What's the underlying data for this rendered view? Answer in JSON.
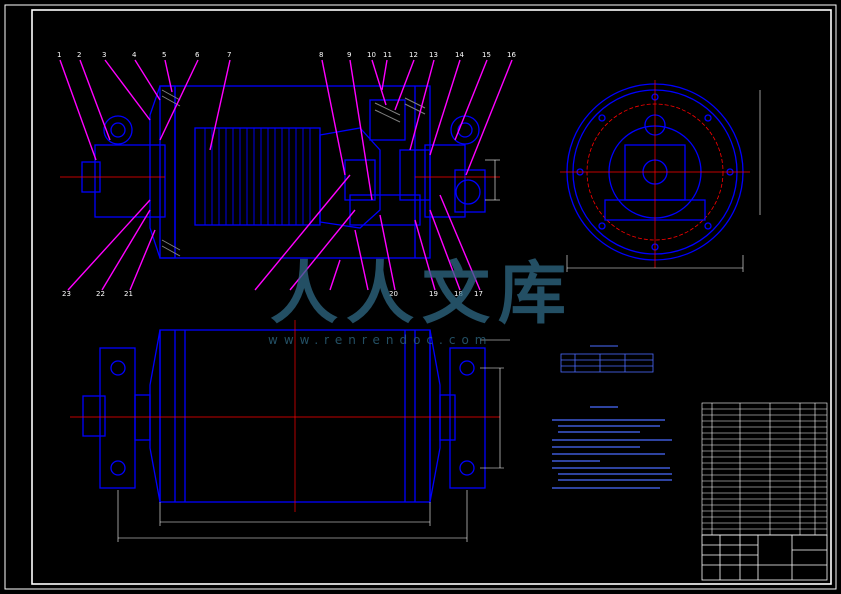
{
  "watermark": {
    "logo_text": "人人文库",
    "url_text": "www.renrendoc.com"
  },
  "callouts_top": [
    "1",
    "2",
    "3",
    "4",
    "5",
    "6",
    "7",
    "8",
    "9",
    "10",
    "11",
    "12",
    "13",
    "14",
    "15",
    "16"
  ],
  "callouts_bottom": [
    "23",
    "22",
    "21",
    "20",
    "19",
    "18",
    "17"
  ],
  "colors": {
    "background": "#000000",
    "border": "#ffffff",
    "outline": "#0000ff",
    "leader": "#ff00ff",
    "dimension": "#ffffff",
    "center_line": "#ff0000",
    "hatch": "#808080",
    "watermark": "#2f6a86"
  }
}
